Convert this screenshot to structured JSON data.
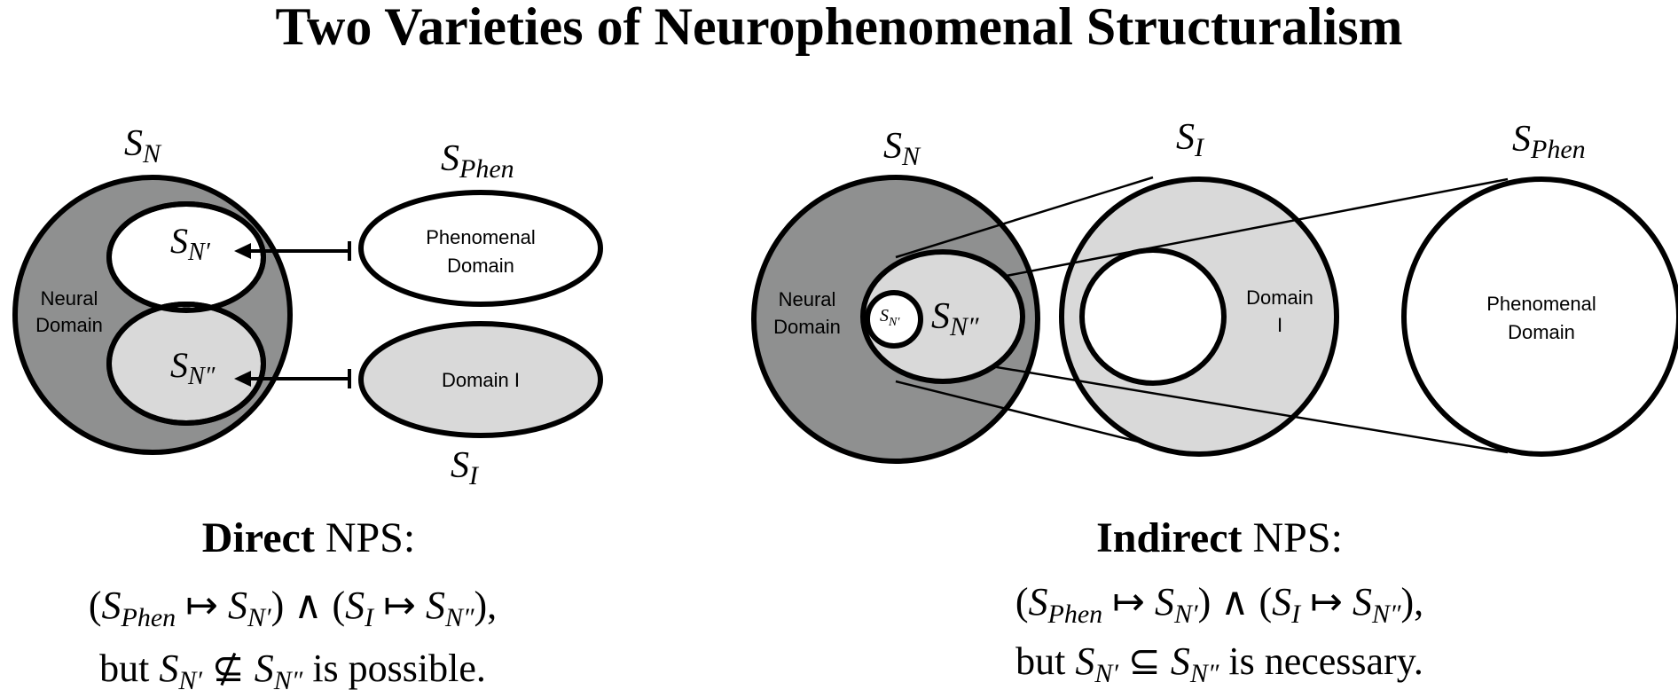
{
  "title": "Two Varieties of Neurophenomenal Structuralism",
  "colors": {
    "neural_fill": "#8f9090",
    "light_fill": "#d9d9d9",
    "white_fill": "#ffffff",
    "stroke": "#000000"
  },
  "left": {
    "labels": {
      "s_n_main": "S",
      "s_n_sub": "N",
      "s_phen_main": "S",
      "s_phen_sub": "Phen",
      "s_i_main": "S",
      "s_i_sub": "I",
      "s_n1_main": "S",
      "s_n1_sub": "N′",
      "s_n2_main": "S",
      "s_n2_sub": "N″",
      "neural_line1": "Neural",
      "neural_line2": "Domain",
      "phen_line1": "Phenomenal",
      "phen_line2": "Domain",
      "domain_i": "Domain I"
    },
    "caption": {
      "bold": "Direct",
      "rest": " NPS:",
      "f_open1": "(",
      "f_s1": "S",
      "f_phen": "Phen",
      "f_map1": " ↦ ",
      "f_s2": "S",
      "f_n1": "N′",
      "f_mid": ") ∧ (",
      "f_s3": "S",
      "f_i": "I",
      "f_map2": " ↦ ",
      "f_s4": "S",
      "f_n2": "N″",
      "f_end": "),",
      "l3_but": "but ",
      "l3_s1": "S",
      "l3_n1": "N′",
      "l3_rel": " ⊈ ",
      "l3_s2": "S",
      "l3_n2": "N″",
      "l3_tail": " is possible."
    }
  },
  "right": {
    "labels": {
      "s_n_main": "S",
      "s_n_sub": "N",
      "s_i_main": "S",
      "s_i_sub": "I",
      "s_phen_main": "S",
      "s_phen_sub": "Phen",
      "s_n1_main": "S",
      "s_n1_sub": "N′",
      "s_n2_main": "S",
      "s_n2_sub": "N″",
      "neural_line1": "Neural",
      "neural_line2": "Domain",
      "domain_line1": "Domain",
      "domain_line2": "I",
      "phen_line1": "Phenomenal",
      "phen_line2": "Domain"
    },
    "caption": {
      "bold": "Indirect",
      "rest": " NPS:",
      "f_open1": "(",
      "f_s1": "S",
      "f_phen": "Phen",
      "f_map1": " ↦ ",
      "f_s2": "S",
      "f_n1": "N′",
      "f_mid": ") ∧ (",
      "f_s3": "S",
      "f_i": "I",
      "f_map2": " ↦ ",
      "f_s4": "S",
      "f_n2": "N″",
      "f_end": "),",
      "l3_but": "but ",
      "l3_s1": "S",
      "l3_n1": "N′",
      "l3_rel": " ⊆ ",
      "l3_s2": "S",
      "l3_n2": "N″",
      "l3_tail": " is necessary."
    }
  }
}
